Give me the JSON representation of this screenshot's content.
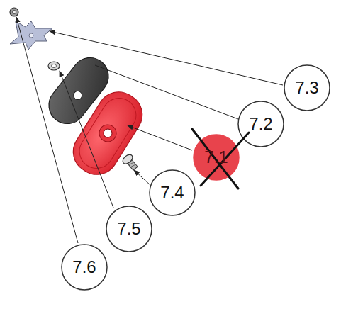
{
  "diagram": {
    "nodes": [
      {
        "text": [
          "7.3"
        ]
      },
      {
        "text": [
          "7.2"
        ]
      },
      {
        "text": [
          "7.1"
        ]
      },
      {
        "text": [
          "7.4"
        ]
      },
      {
        "text": [
          "7.5"
        ]
      },
      {
        "text": [
          "7.6"
        ]
      }
    ]
  }
}
